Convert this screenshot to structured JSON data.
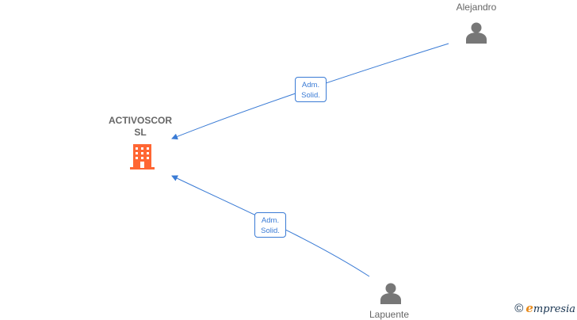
{
  "company": {
    "line1": "ACTIVOSCOR",
    "line2": "SL",
    "icon": "building-icon",
    "color": "#ff6633"
  },
  "persons": [
    {
      "id": "alejandro",
      "name": "Alejandro",
      "icon": "person-icon"
    },
    {
      "id": "lapuente",
      "name": "Lapuente",
      "icon": "person-icon"
    }
  ],
  "edges": [
    {
      "from": "alejandro",
      "to": "company",
      "line1": "Adm.",
      "line2": "Solid."
    },
    {
      "from": "lapuente",
      "to": "company",
      "line1": "Adm.",
      "line2": "Solid."
    }
  ],
  "colors": {
    "edge": "#3a7bd5",
    "person": "#777777",
    "label": "#666666"
  },
  "watermark": {
    "symbol": "©",
    "brand_initial": "e",
    "brand_rest": "mpresia"
  }
}
